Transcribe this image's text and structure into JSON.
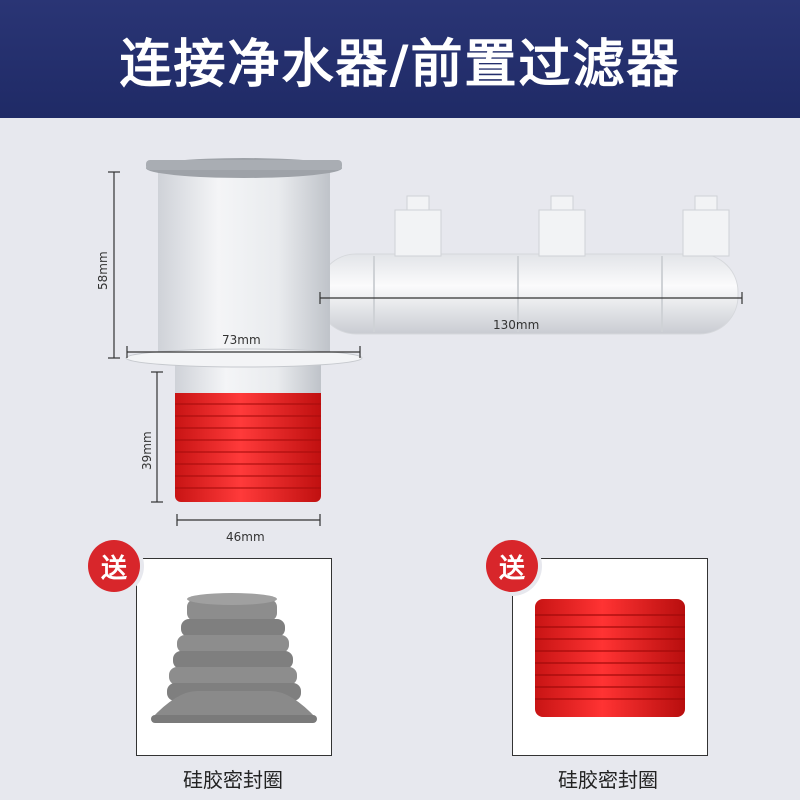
{
  "header": {
    "title": "连接净水器/前置过滤器"
  },
  "dimensions": {
    "height_body": "58mm",
    "width_top": "73mm",
    "width_pipe": "130mm",
    "height_seal": "39mm",
    "width_seal": "46mm"
  },
  "gifts": [
    {
      "badge": "送",
      "caption": "硅胶密封圈"
    },
    {
      "badge": "送",
      "caption": "硅胶密封圈"
    }
  ],
  "colors": {
    "banner": "#1f2a66",
    "seal_red": "#e32222",
    "seal_gray": "#8a8a8a",
    "badge": "#d8262b"
  }
}
